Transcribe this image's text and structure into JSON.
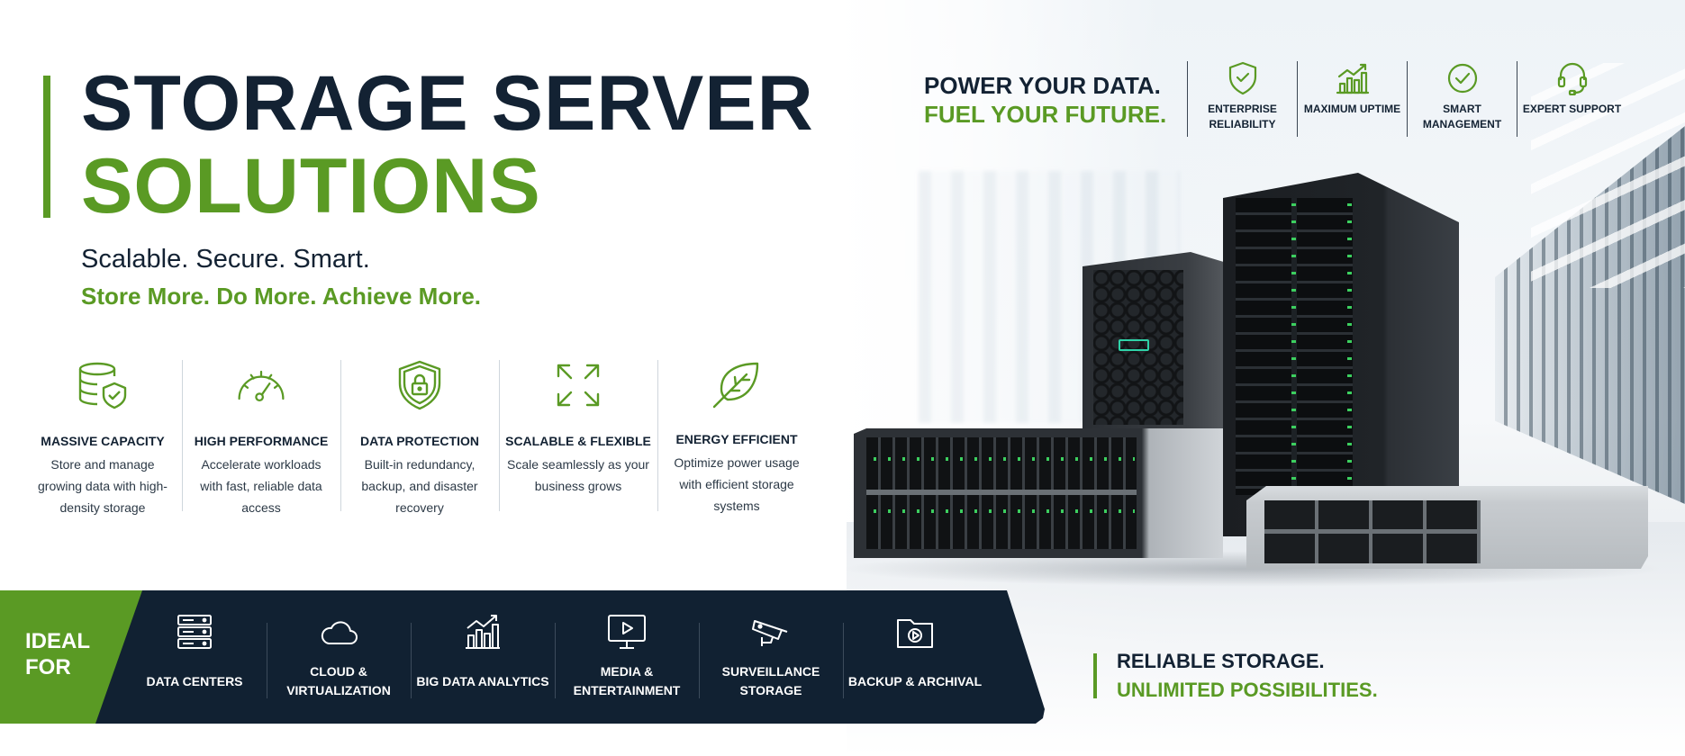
{
  "hero": {
    "title_line1": "STORAGE SERVER",
    "title_line2": "SOLUTIONS",
    "subtitle_line1": "Scalable. Secure. Smart.",
    "subtitle_line2": "Store More. Do More. Achieve More."
  },
  "features": [
    {
      "icon": "database-shield-icon",
      "title": "MASSIVE CAPACITY",
      "description": "Store and manage growing data with high-density storage"
    },
    {
      "icon": "speedometer-icon",
      "title": "HIGH PERFORMANCE",
      "description": "Accelerate workloads with fast, reliable data access"
    },
    {
      "icon": "shield-lock-icon",
      "title": "DATA PROTECTION",
      "description": "Built-in redundancy, backup, and disaster recovery"
    },
    {
      "icon": "expand-arrows-icon",
      "title": "SCALABLE & FLEXIBLE",
      "description": "Scale seamlessly as your business grows"
    },
    {
      "icon": "leaf-icon",
      "title": "ENERGY EFFICIENT",
      "description": "Optimize power usage with efficient storage systems"
    }
  ],
  "ideal_for": {
    "label": "IDEAL FOR",
    "items": [
      {
        "icon": "server-rack-icon",
        "label": "DATA CENTERS"
      },
      {
        "icon": "cloud-icon",
        "label": "CLOUD & VIRTUALIZATION"
      },
      {
        "icon": "bar-chart-icon",
        "label": "BIG DATA ANALYTICS"
      },
      {
        "icon": "monitor-play-icon",
        "label": "MEDIA & ENTERTAINMENT"
      },
      {
        "icon": "security-camera-icon",
        "label": "SURVEILLANCE STORAGE"
      },
      {
        "icon": "folder-backup-icon",
        "label": "BACKUP & ARCHIVAL"
      }
    ]
  },
  "tagline": {
    "line1": "POWER YOUR DATA.",
    "line2": "FUEL YOUR FUTURE."
  },
  "benefits": [
    {
      "icon": "shield-check-icon",
      "label": "ENTERPRISE RELIABILITY"
    },
    {
      "icon": "growth-chart-icon",
      "label": "MAXIMUM UPTIME"
    },
    {
      "icon": "check-circle-icon",
      "label": "SMART MANAGEMENT"
    },
    {
      "icon": "headset-icon",
      "label": "EXPERT SUPPORT"
    }
  ],
  "closing": {
    "line1": "RELIABLE STORAGE.",
    "line2": "UNLIMITED POSSIBILITIES."
  },
  "colors": {
    "brand_green": "#5a9a24",
    "navy": "#112132",
    "text_dark": "#132233"
  }
}
